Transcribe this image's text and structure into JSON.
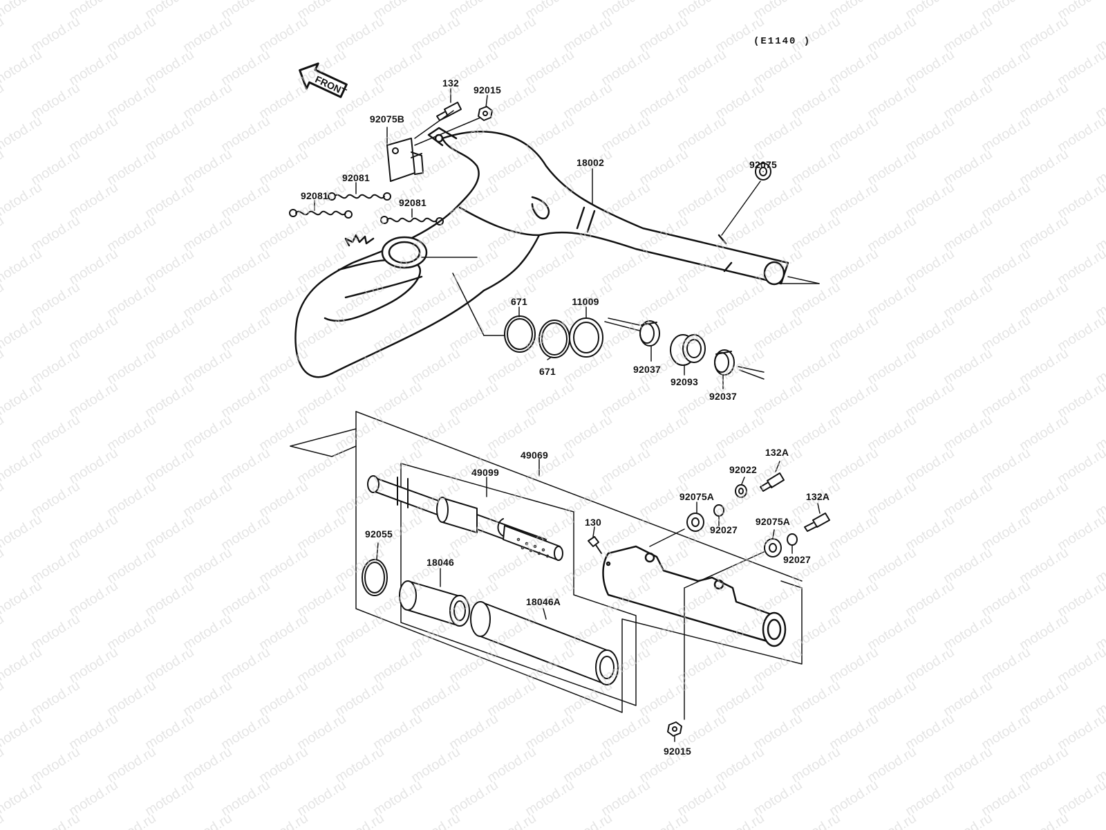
{
  "diagram_code": "(E1140 )",
  "front_badge": "FRONT",
  "watermark": "motod.ru",
  "labels": {
    "p132": "132",
    "p92015_top": "92015",
    "p92075B": "92075B",
    "p18002": "18002",
    "p92075": "92075",
    "p92081_a": "92081",
    "p92081_b": "92081",
    "p92081_c": "92081",
    "p671_a": "671",
    "p11009": "11009",
    "p671_b": "671",
    "p92037_a": "92037",
    "p92093": "92093",
    "p92037_b": "92037",
    "p49069": "49069",
    "p49099": "49099",
    "p92022": "92022",
    "p132A_a": "132A",
    "p92075A_a": "92075A",
    "p92027_a": "92027",
    "p130": "130",
    "p132A_b": "132A",
    "p92075A_b": "92075A",
    "p92027_b": "92027",
    "p92055": "92055",
    "p18046": "18046",
    "p18046A": "18046A",
    "p92015_bottom": "92015"
  }
}
